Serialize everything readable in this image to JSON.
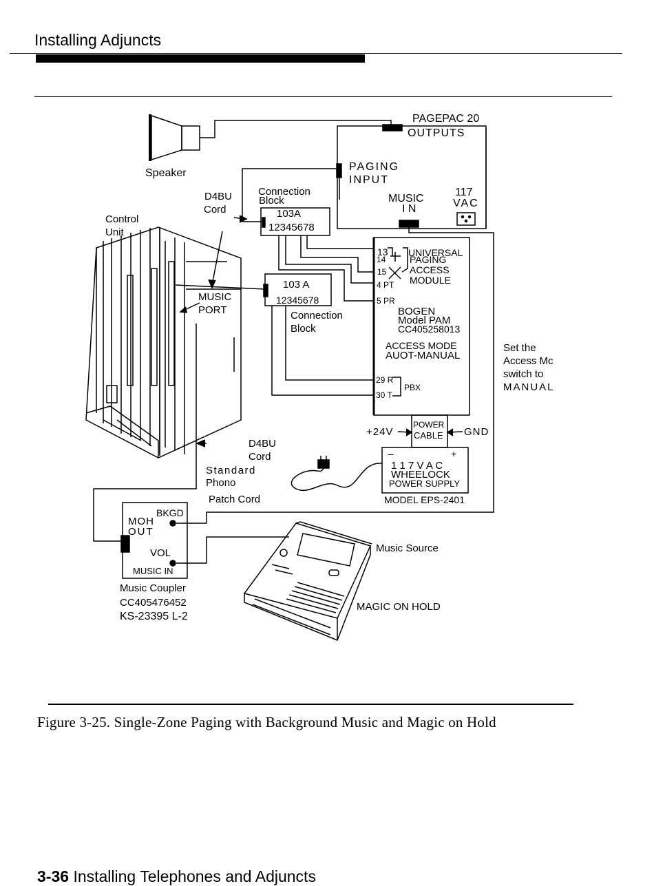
{
  "header": {
    "title": "Installing Adjuncts"
  },
  "diagram": {
    "speaker": "Speaker",
    "pagepac": "PAGEPAC  20",
    "outputs": "OUTPUTS",
    "paging": "PAGING",
    "input": "INPUT",
    "music": "MUSIC",
    "in": "I N",
    "vac117": "117",
    "vac": "VAC",
    "d4bu_top": "D4BU",
    "cord_top": "Cord",
    "conn_top1": "Connection",
    "conn_top2": "Block",
    "blk1_name": "103A",
    "blk1_pins": "12345678",
    "control1": "Control",
    "control2": "Unit",
    "music_port1": "MUSIC",
    "music_port2": "PORT",
    "blk2_name": "103 A",
    "blk2_pins": "12345678",
    "conn_mid1": "Connection",
    "conn_mid2": "Block",
    "pin13": "13",
    "universal": "UNIVERSAL",
    "pin14": "14",
    "paging2": "PAGING",
    "pin15": "15",
    "access": "ACCESS",
    "module": "MODULE",
    "pin4pt": "4 PT",
    "pin5pr": "5 PR",
    "bogen": "BOGEN",
    "model_pam": "Model  PAM",
    "cc_pam": "CC405258013",
    "access_mode": "ACCESS  MODE",
    "auot_manual": "AUOT-MANUAL",
    "pin29r": "29 R",
    "pin30t": "30 T",
    "pbx": "PBX",
    "set_the": "Set  the",
    "access_mc": "Access  Mc",
    "switch_to": "switch  to",
    "manual": "MANUAL",
    "power": "POWER",
    "cable": "CABLE",
    "plus24v": "+24V",
    "gnd": "GND",
    "minus": "–",
    "plus": "+",
    "vac117b": "1 1 7    V A C",
    "wheelock": "WHEELOCK",
    "power_supply": "POWER  SUPPLY",
    "model_eps": "MODEL   EPS-2401",
    "d4bu_bot": "D4BU",
    "cord_bot": "Cord",
    "standard": "Standard",
    "phono": "Phono",
    "patch_cord": "Patch  Cord",
    "moh": "MOH",
    "bkgd": "BKGD",
    "out": "OUT",
    "vol": "VOL",
    "music_in": "MUSIC  IN",
    "coupler1": "Music    Coupler",
    "coupler2": "CC405476452",
    "coupler3": "KS-23395 L-2",
    "music_source": "Music   Source",
    "magic_on_hold": "MAGIC  ON  HOLD"
  },
  "caption": "Figure 3-25. Single-Zone Paging with Background Music and Magic on Hold",
  "footer": {
    "page_number": "3-36",
    "title": "Installing Telephones and Adjuncts"
  }
}
